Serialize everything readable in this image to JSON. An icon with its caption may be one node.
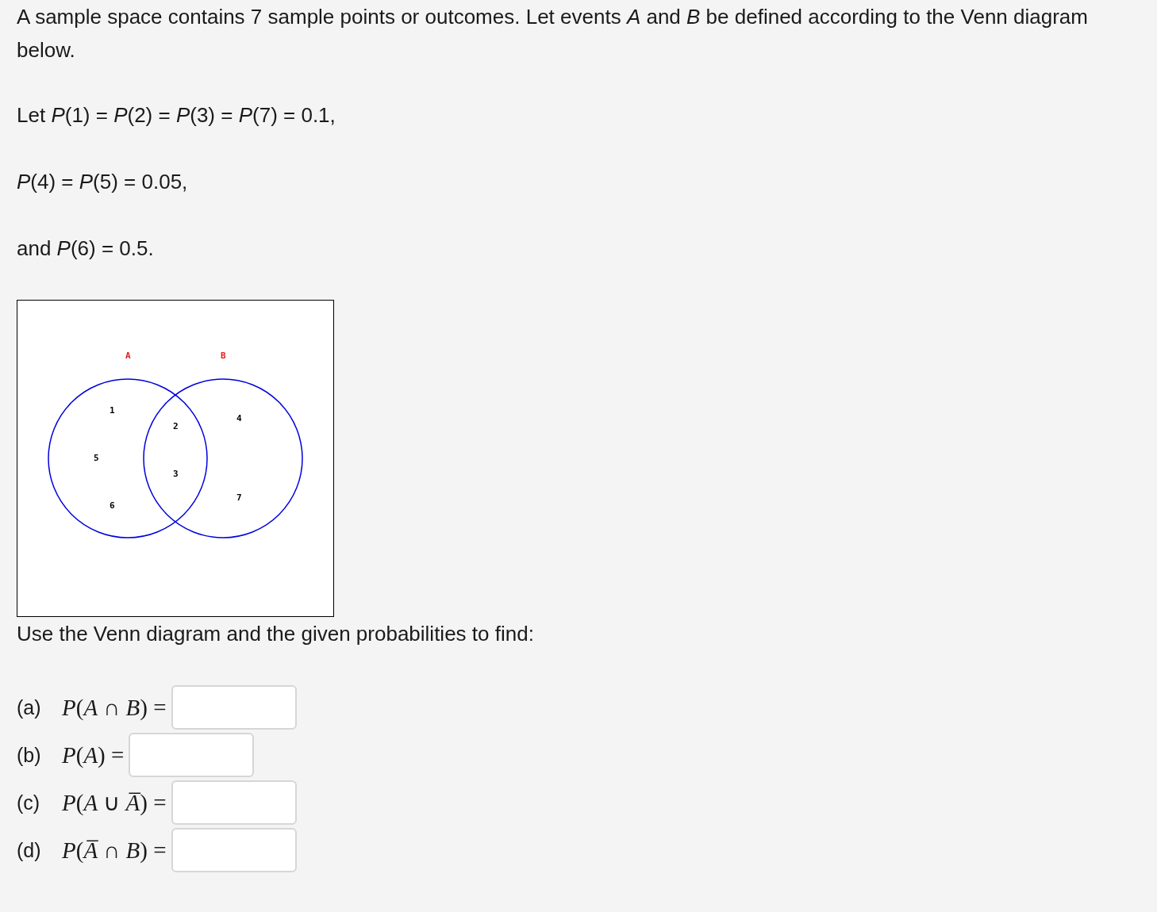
{
  "diagram": {
    "nodes": [
      {
        "text": [
          "A"
        ]
      },
      {
        "text": [
          "B"
        ]
      }
    ],
    "edges": [],
    "labels": [
      "A sample space contains 7 sample points or outcomes. Let events *A* and *B* be defined according to the Venn diagram below.",
      "Let *P*(1) = *P*(2) = *P*(3) = *P*(7) = 0.1,",
      "*P*(4) = *P*(5) = 0.05,",
      "and *P*(6) = 0.5.",
      "1",
      "4",
      "2",
      "5",
      "3",
      "7",
      "6",
      "Use the Venn diagram and the given probabilities to find:",
      "(a)",
      "*P*(*A* ∩ *B*) =",
      "(b)",
      "*P*(*A*) =",
      "(c)",
      "*P*(*A* ∪ *A̅*) =",
      "(d)",
      "*P*(*A̅* ∩ *B*) ="
    ]
  }
}
